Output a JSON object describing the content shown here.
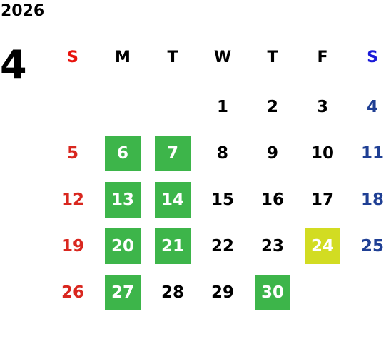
{
  "calendar": {
    "year": "2026",
    "month": "4",
    "weekdays": [
      {
        "label": "S",
        "color": "#e8120c"
      },
      {
        "label": "M",
        "color": "#000000"
      },
      {
        "label": "T",
        "color": "#000000"
      },
      {
        "label": "W",
        "color": "#000000"
      },
      {
        "label": "T",
        "color": "#000000"
      },
      {
        "label": "F",
        "color": "#000000"
      },
      {
        "label": "S",
        "color": "#1a1ad8"
      }
    ],
    "first_weekday_index": 3,
    "days_in_month": 30,
    "colors": {
      "sunday_text": "#d9271f",
      "saturday_text": "#1f3f94",
      "weekday_text": "#000000",
      "highlight_text": "#ffffff",
      "green_highlight": "#3db54a",
      "yellow_highlight": "#d2dc22"
    },
    "highlights": {
      "6": "green",
      "7": "green",
      "13": "green",
      "14": "green",
      "20": "green",
      "21": "green",
      "24": "yellow",
      "27": "green",
      "30": "green"
    }
  }
}
